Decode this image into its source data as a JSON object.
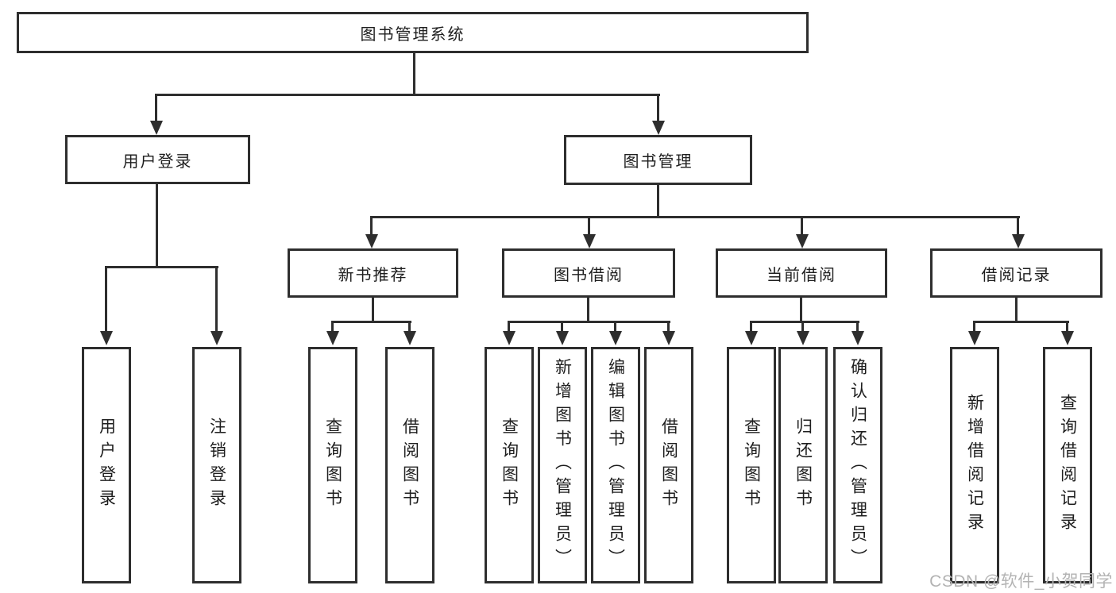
{
  "tree": {
    "root": {
      "label": "图书管理系统"
    },
    "branches": [
      {
        "label": "用户登录",
        "leaves": [
          {
            "label": "用户登录"
          },
          {
            "label": "注销登录"
          }
        ]
      },
      {
        "label": "图书管理",
        "groups": [
          {
            "label": "新书推荐",
            "leaves": [
              {
                "label": "查询图书"
              },
              {
                "label": "借阅图书"
              }
            ]
          },
          {
            "label": "图书借阅",
            "leaves": [
              {
                "label": "查询图书"
              },
              {
                "label": "新增图书（管理员）"
              },
              {
                "label": "编辑图书（管理员）"
              },
              {
                "label": "借阅图书"
              }
            ]
          },
          {
            "label": "当前借阅",
            "leaves": [
              {
                "label": "查询图书"
              },
              {
                "label": "归还图书"
              },
              {
                "label": "确认归还（管理员）"
              }
            ]
          },
          {
            "label": "借阅记录",
            "leaves": [
              {
                "label": "新增借阅记录"
              },
              {
                "label": "查询借阅记录"
              }
            ]
          }
        ]
      }
    ]
  },
  "watermark": "CSDN @软件_小贺同学",
  "colors": {
    "line": "#2e2e2e",
    "text": "#1e1e1e",
    "watermark": "#b3b3b3",
    "background": "#ffffff"
  }
}
